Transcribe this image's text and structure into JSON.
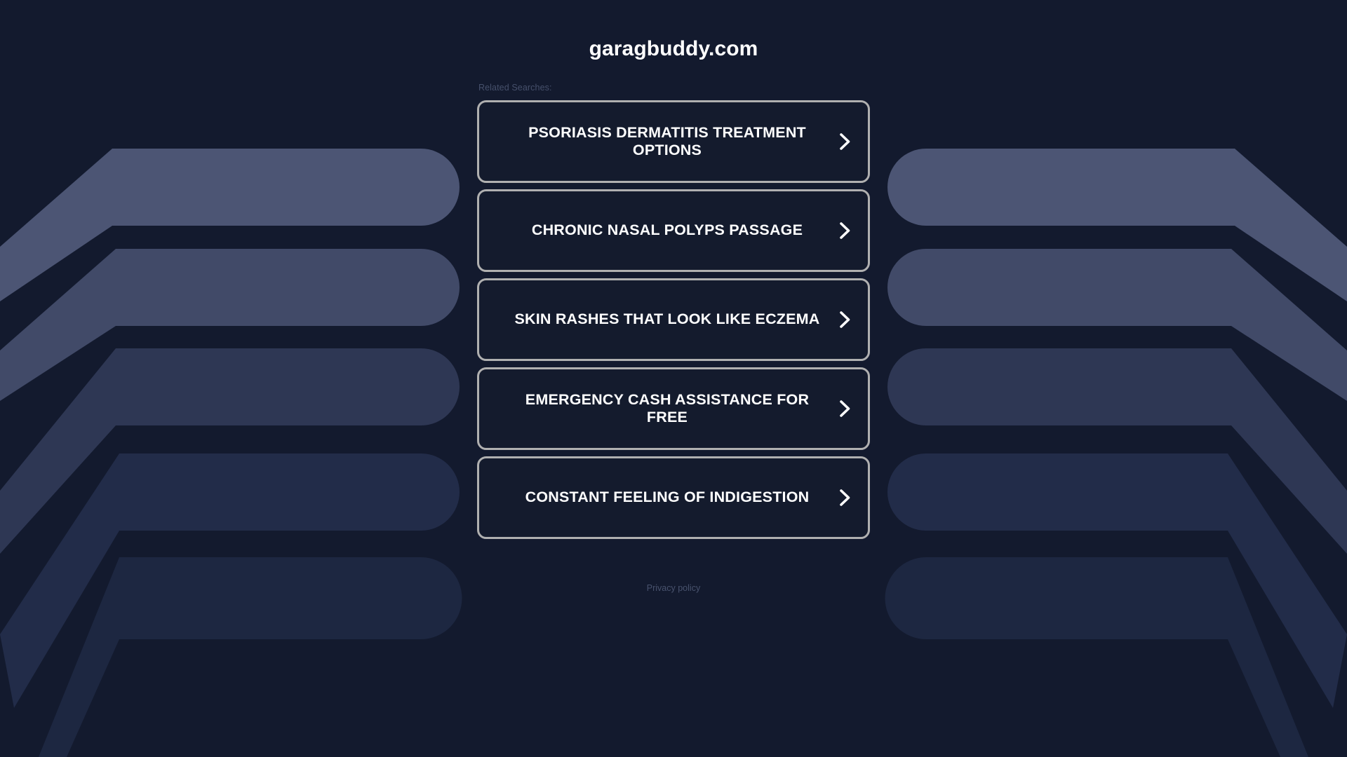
{
  "page": {
    "background_color": "#131a2e",
    "title": "garagbuddy.com"
  },
  "related": {
    "label": "Related Searches:",
    "items": [
      {
        "label": "PSORIASIS DERMATITIS TREATMENT OPTIONS",
        "icon": "chevron-right-icon"
      },
      {
        "label": "CHRONIC NASAL POLYPS PASSAGE",
        "icon": "chevron-right-icon"
      },
      {
        "label": "SKIN RASHES THAT LOOK LIKE ECZEMA",
        "icon": "chevron-right-icon"
      },
      {
        "label": "EMERGENCY CASH ASSISTANCE FOR FREE",
        "icon": "chevron-right-icon"
      },
      {
        "label": "CONSTANT FEELING OF INDIGESTION",
        "icon": "chevron-right-icon"
      }
    ],
    "button_border_color": "#b0b0b0",
    "button_fill_color": "#141b2d",
    "button_text_color": "#ffffff"
  },
  "footer": {
    "privacy_label": "Privacy policy",
    "muted_color": "#48526d"
  },
  "decoration": {
    "bar_colors": [
      "#4c5574",
      "#414a68",
      "#2e3754",
      "#222c49",
      "#1d2741"
    ]
  }
}
